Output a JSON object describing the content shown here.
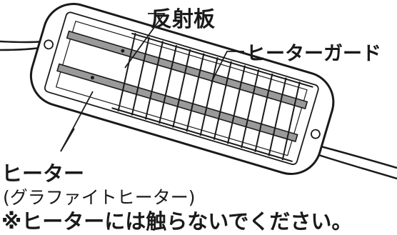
{
  "labels": {
    "reflector": "反射板",
    "heater_guard": "ヒーターガード",
    "heater": "ヒーター",
    "heater_sub": "(グラファイトヒーター)",
    "warning": "※ヒーターには触らないでください。"
  },
  "colors": {
    "line": "#1a1a1a",
    "element": "#9a9a9a",
    "background": "#ffffff"
  }
}
